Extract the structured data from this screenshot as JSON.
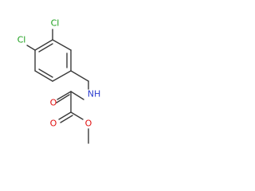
{
  "molecule": {
    "atoms": {
      "cl_upper": {
        "symbol": "Cl",
        "color": "#1a9e1a"
      },
      "cl_left": {
        "symbol": "Cl",
        "color": "#1a9e1a"
      },
      "nitrogen": {
        "symbol": "NH",
        "color": "#2b3ccf"
      },
      "amide_oxygen": {
        "symbol": "O",
        "color": "#e01010"
      },
      "ester_carbonyl_oxygen": {
        "symbol": "O",
        "color": "#e01010"
      },
      "ester_ether_oxygen": {
        "symbol": "O",
        "color": "#e01010"
      }
    },
    "bond_color": "#3a3a3a"
  }
}
